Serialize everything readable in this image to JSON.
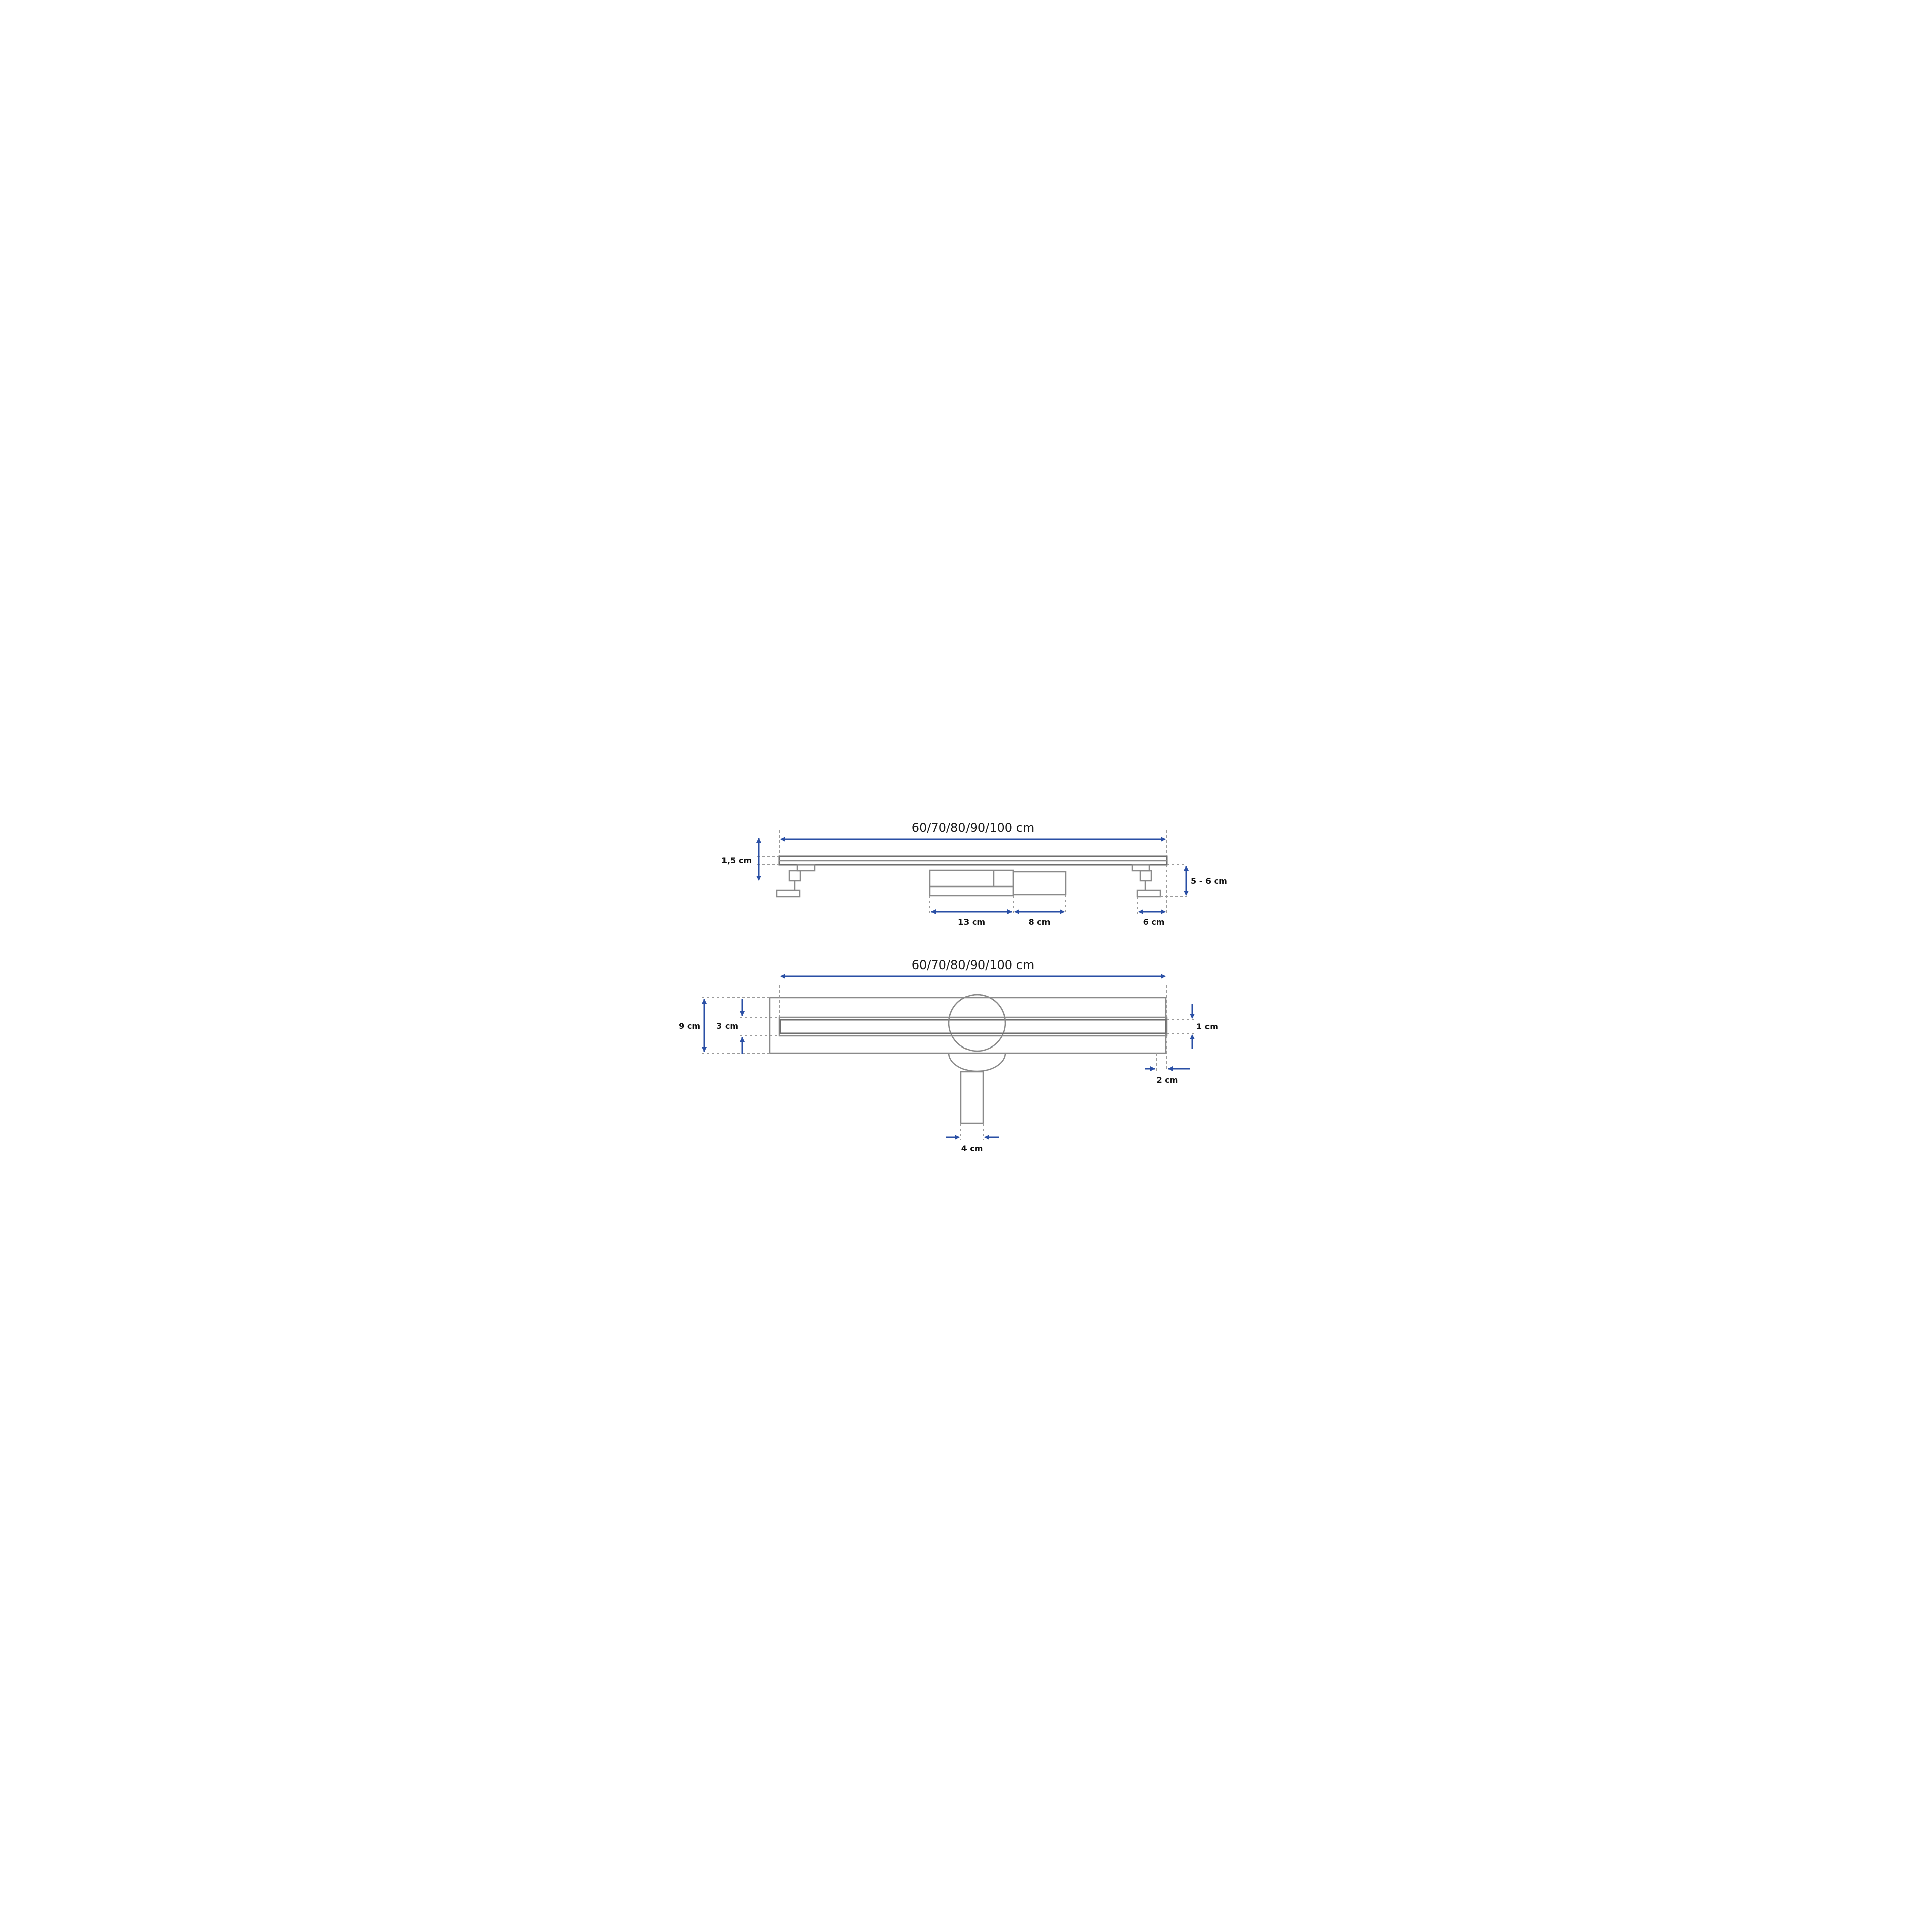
{
  "colors": {
    "dimension_line": "#2a4fa5",
    "outline": "#8a8a8a",
    "label": "#111111",
    "background": "#ffffff"
  },
  "side_view": {
    "length_label": "60/70/80/90/100 cm",
    "grate_height_label": "1,5 cm",
    "total_height_label": "5 - 6 cm",
    "outlet_width_label": "13 cm",
    "outlet_offset_label": "8 cm",
    "foot_width_label": "6 cm"
  },
  "top_view": {
    "length_label": "60/70/80/90/100 cm",
    "total_width_label": "9 cm",
    "channel_width_label": "3 cm",
    "grate_slot_label": "1 cm",
    "end_margin_label": "2 cm",
    "pipe_diameter_label": "4 cm"
  }
}
